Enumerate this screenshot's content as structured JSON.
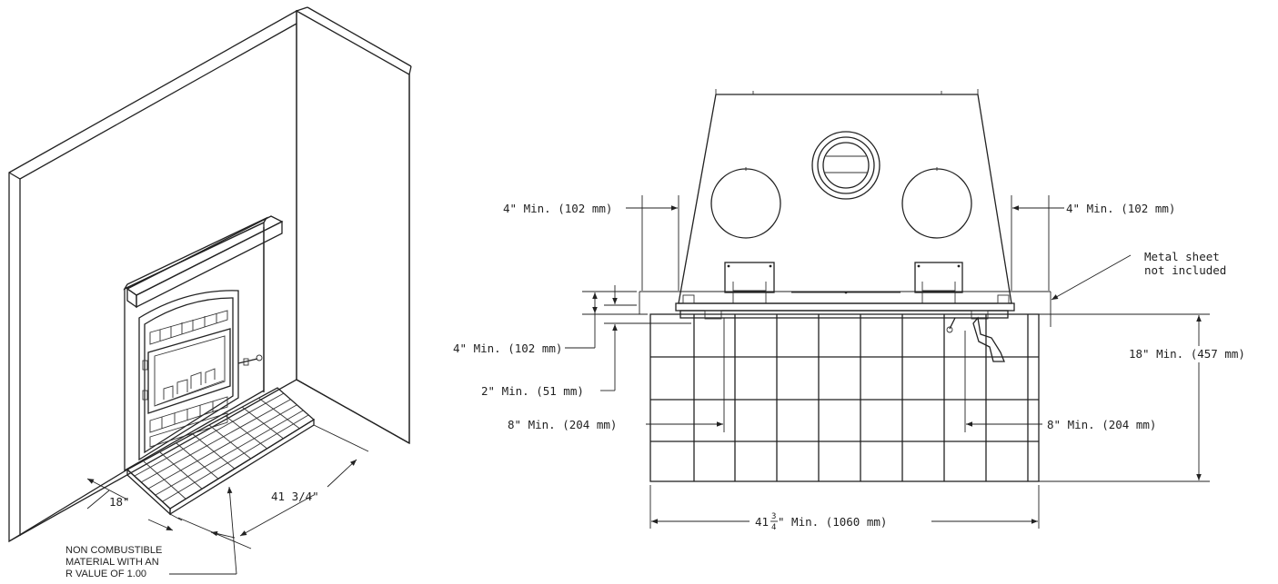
{
  "left_view": {
    "dim_depth": "18\"",
    "dim_width": "41 3/4\"",
    "material_note": [
      "NON COMBUSTIBLE",
      "MATERIAL WITH AN",
      "R VALUE OF 1.00"
    ]
  },
  "front_view": {
    "side_left": "4\" Min. (102 mm)",
    "side_right": "4\" Min. (102 mm)",
    "metal_note": [
      "Metal sheet",
      "not included"
    ],
    "vert_4": "4\" Min. (102 mm)",
    "vert_2": "2\" Min. (51 mm)",
    "side8_left": "8\" Min. (204 mm)",
    "side8_right": "8\" Min. (204 mm)",
    "depth_18": "18\" Min. (457 mm)",
    "width_whole": "41",
    "width_num": "3",
    "width_den": "4",
    "width_rest": "\" Min. (1060 mm)"
  }
}
